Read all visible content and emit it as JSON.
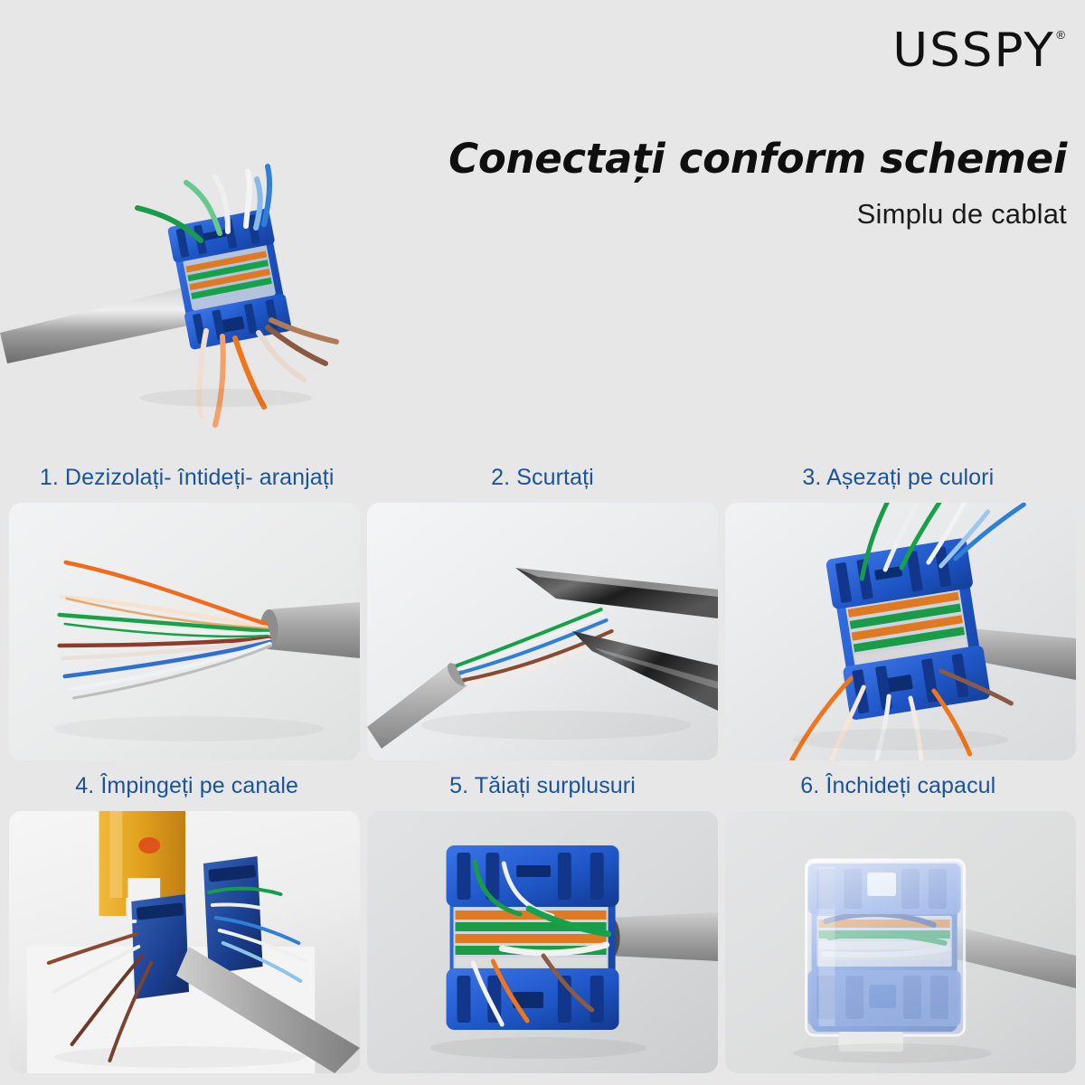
{
  "brand": {
    "name": "USSPY",
    "registered_mark": "®"
  },
  "header": {
    "title": "Conectați conform schemei",
    "subtitle": "Simplu de cablat"
  },
  "colors": {
    "background": "#e7e7e7",
    "step_label_blue": "#19539e",
    "title_black": "#0f0f0f",
    "jack_blue": "#1f57c9",
    "cable_grey": "#9a9a9a",
    "tool_yellow": "#e8a521",
    "wire_green": "#1a9b47",
    "wire_orange": "#f0761e",
    "wire_blue": "#2f7fd4",
    "wire_brown": "#7a4a33",
    "wire_white": "#f2f2f2"
  },
  "hero": {
    "alt": "keystone-jack-wired-with-grey-cable",
    "cable_color": "#9a9a9a",
    "jack_color": "#1f57c9"
  },
  "steps": [
    {
      "index": 1,
      "label": "1. Dezizolați- întideți- aranjați",
      "photo_alt": "stripped-utp-cable-with-fanned-wires"
    },
    {
      "index": 2,
      "label": "2. Scurtați",
      "photo_alt": "scissors-trimming-twisted-pairs"
    },
    {
      "index": 3,
      "label": "3. Așezați pe culori",
      "photo_alt": "wires-placed-into-keystone-by-color"
    },
    {
      "index": 4,
      "label": "4. Împingeți pe canale",
      "photo_alt": "yellow-punch-down-tool-pressing-wires"
    },
    {
      "index": 5,
      "label": "5. Tăiați surplusuri",
      "photo_alt": "keystone-jack-with-excess-wire-cut"
    },
    {
      "index": 6,
      "label": "6. Închideți capacul",
      "photo_alt": "keystone-jack-with-transparent-cap-closed"
    }
  ]
}
